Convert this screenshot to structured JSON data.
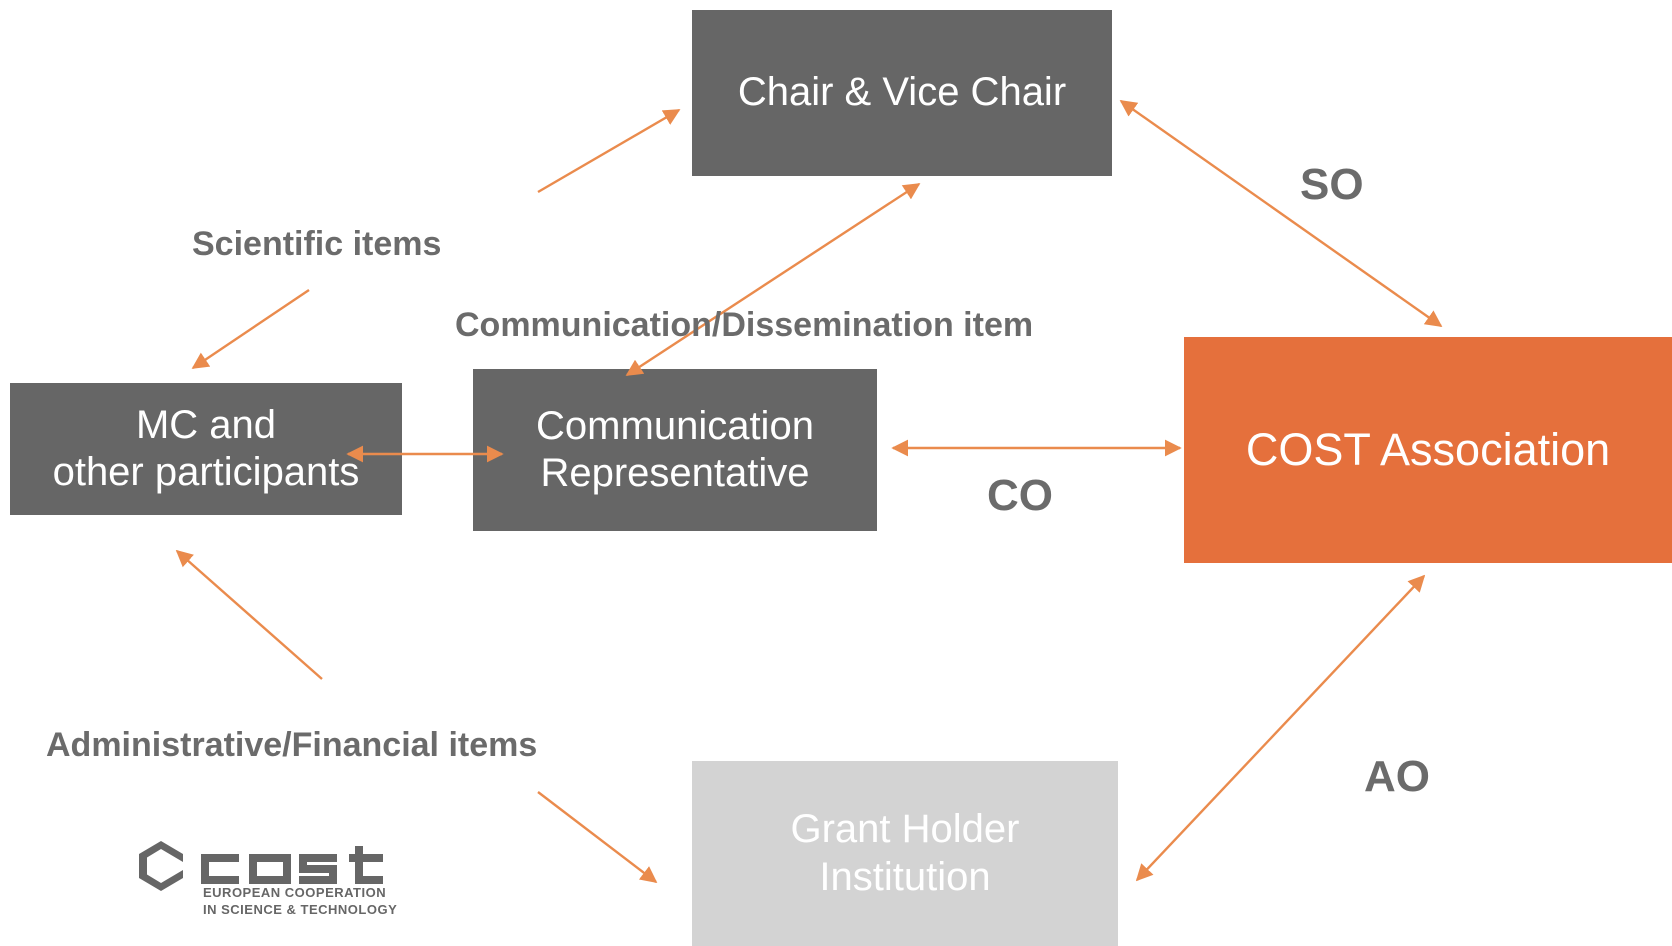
{
  "nodes": {
    "chair": {
      "label": "Chair & Vice Chair"
    },
    "mc": {
      "line1": "MC and",
      "line2": "other participants"
    },
    "comm_rep": {
      "line1": "Communication",
      "line2": "Representative"
    },
    "cost_association": {
      "label": "COST Association"
    },
    "grant_holder": {
      "line1": "Grant Holder",
      "line2": "Institution"
    }
  },
  "edge_labels": {
    "scientific": "Scientific items",
    "communication": "Communication/Dissemination item",
    "administrative": "Administrative/Financial items",
    "so": "SO",
    "co": "CO",
    "ao": "AO"
  },
  "logo": {
    "wordmark": "cost",
    "line1": "EUROPEAN COOPERATION",
    "line2": "IN SCIENCE & TECHNOLOGY"
  },
  "colors": {
    "node_dark": "#666666",
    "node_orange": "#e5703c",
    "node_light": "#d3d3d3",
    "arrow": "#ea8b4d",
    "label_text": "#6b6b6b"
  }
}
